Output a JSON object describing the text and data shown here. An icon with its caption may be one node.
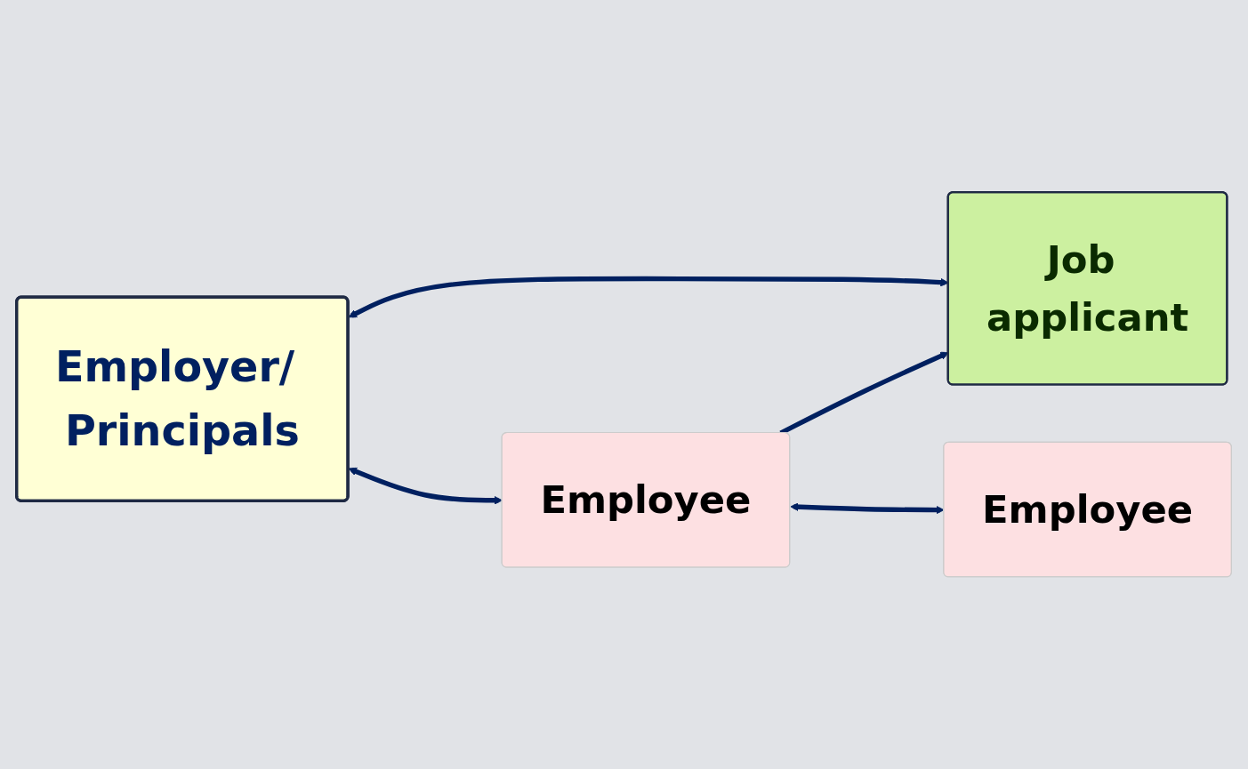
{
  "diagram": {
    "nodes": [
      {
        "text": [
          "Employer/ Principals"
        ]
      },
      {
        "text": [
          "Job applicant"
        ]
      },
      {
        "text": [
          "Employee"
        ]
      },
      {
        "text": [
          "Employee"
        ]
      }
    ],
    "edges": [
      {
        "from": 0,
        "to": 1,
        "arrow": "both"
      },
      {
        "from": 0,
        "to": 2,
        "arrow": "both"
      },
      {
        "from": 2,
        "to": 1,
        "arrow": "to"
      },
      {
        "from": 2,
        "to": 3,
        "arrow": "both"
      }
    ]
  }
}
